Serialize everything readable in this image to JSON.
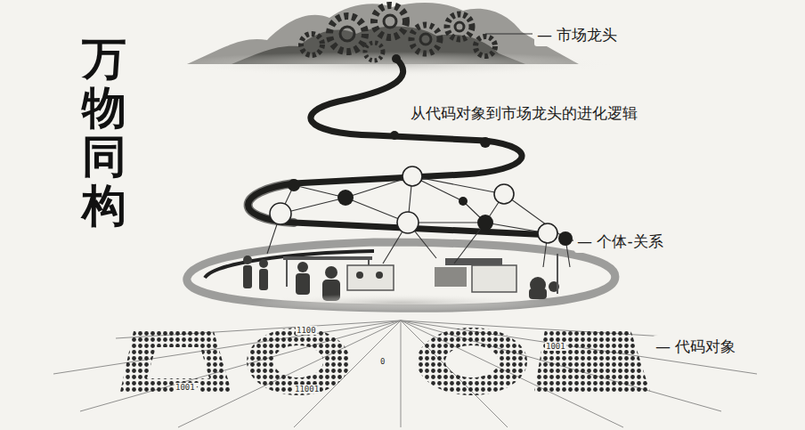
{
  "diagram": {
    "title": "万物同构",
    "labels": [
      "— 市场龙头",
      "从代码对象到市场龙头的进化逻辑",
      "— 个体-关系",
      "— 代码对象",
      "1001·",
      "1100",
      "11001",
      "0",
      "1001"
    ]
  }
}
